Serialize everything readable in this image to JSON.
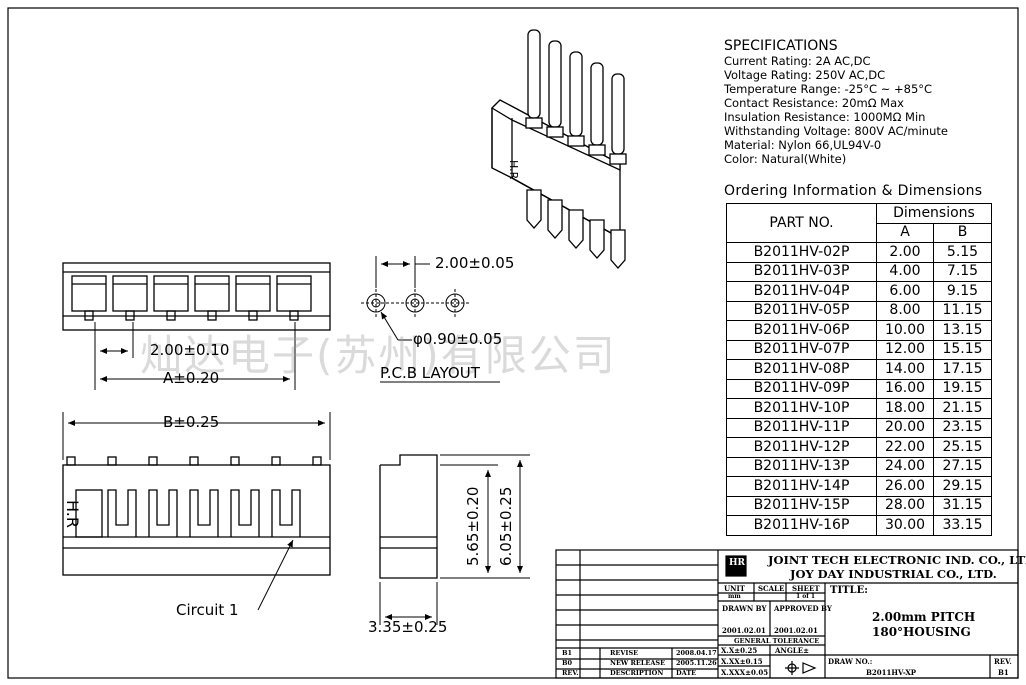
{
  "specs": {
    "title": "SPECIFICATIONS",
    "lines": [
      "Current Rating: 2A AC,DC",
      "Voltage Rating: 250V AC,DC",
      "Temperature Range: -25°C ~ +85°C",
      "Contact Resistance: 20mΩ Max",
      "Insulation Resistance: 1000MΩ Min",
      "Withstanding Voltage: 800V AC/minute",
      "Material: Nylon 66,UL94V-0",
      "Color: Natural(White)"
    ]
  },
  "ordering": {
    "title": "Ordering Information & Dimensions",
    "part_no_header": "PART NO.",
    "dimensions_header": "Dimensions",
    "col_a": "A",
    "col_b": "B",
    "rows": [
      {
        "part": "B2011HV-02P",
        "a": "2.00",
        "b": "5.15"
      },
      {
        "part": "B2011HV-03P",
        "a": "4.00",
        "b": "7.15"
      },
      {
        "part": "B2011HV-04P",
        "a": "6.00",
        "b": "9.15"
      },
      {
        "part": "B2011HV-05P",
        "a": "8.00",
        "b": "11.15"
      },
      {
        "part": "B2011HV-06P",
        "a": "10.00",
        "b": "13.15"
      },
      {
        "part": "B2011HV-07P",
        "a": "12.00",
        "b": "15.15"
      },
      {
        "part": "B2011HV-08P",
        "a": "14.00",
        "b": "17.15"
      },
      {
        "part": "B2011HV-09P",
        "a": "16.00",
        "b": "19.15"
      },
      {
        "part": "B2011HV-10P",
        "a": "18.00",
        "b": "21.15"
      },
      {
        "part": "B2011HV-11P",
        "a": "20.00",
        "b": "23.15"
      },
      {
        "part": "B2011HV-12P",
        "a": "22.00",
        "b": "25.15"
      },
      {
        "part": "B2011HV-13P",
        "a": "24.00",
        "b": "27.15"
      },
      {
        "part": "B2011HV-14P",
        "a": "26.00",
        "b": "29.15"
      },
      {
        "part": "B2011HV-15P",
        "a": "28.00",
        "b": "31.15"
      },
      {
        "part": "B2011HV-16P",
        "a": "30.00",
        "b": "33.15"
      }
    ]
  },
  "drawing": {
    "pitch_top": "2.00±0.10",
    "a_dim": "A±0.20",
    "b_dim": "B±0.25",
    "pcb_pitch": "2.00±0.05",
    "hole_dia": "φ0.90±0.05",
    "pcb_layout": "P.C.B LAYOUT",
    "circuit": "Circuit 1",
    "housing_mark": "H.R",
    "height_565": "5.65±0.20",
    "height_605": "6.05±0.25",
    "width_335": "3.35±0.25"
  },
  "title_block": {
    "company_en": "JOINT TECH ELECTRONIC IND. CO., LTD.",
    "company_alt": "JOY DAY INDUSTRIAL CO., LTD.",
    "logo": "HR",
    "unit": "UNIT",
    "unit_val": "mm",
    "scale": "SCALE",
    "sheet": "SHEET",
    "sheet_val": "1 of 1",
    "title_label": "TITLE:",
    "title_line1": "2.00mm PITCH",
    "title_line2": "180°HOUSING",
    "drawn_by": "DRAWN BY",
    "approved_by": "APPROVED BY",
    "drawn_date": "2001.02.01",
    "approved_date": "2001.02.01",
    "general_tolerance": "GENERAL TOLERANCE",
    "tol_x": "X.X±0.25",
    "tol_xx": "X.XX±0.15",
    "tol_xxx": "X.XXX±0.05",
    "angle": "ANGLE±",
    "draw_no_label": "DRAW NO.:",
    "draw_no": "B2011HV-XP",
    "rev_label": "REV.",
    "rev_val": "B1",
    "revisions": [
      {
        "rev": "B1",
        "desc": "REVISE",
        "date": "2008.04.17"
      },
      {
        "rev": "B0",
        "desc": "NEW RELEASE",
        "date": "2005.11.26"
      },
      {
        "rev": "REV.",
        "desc": "DESCRIPTION",
        "date": "DATE"
      }
    ]
  },
  "watermark": "灿达电子(苏州)有限公司"
}
